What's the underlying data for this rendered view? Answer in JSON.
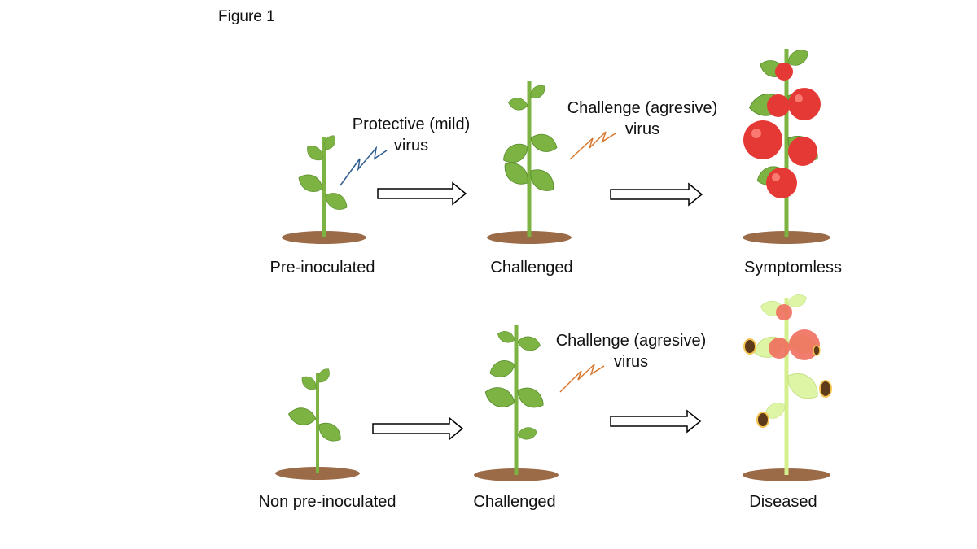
{
  "figure_title": "Figure 1",
  "colors": {
    "stem": "#7cb342",
    "leaf": "#7cb342",
    "leaf_dark": "#5a8f2e",
    "soil": "#9b6a47",
    "tomato": "#e53935",
    "tomato_highlight": "#ff8a80",
    "diseased_leaf": "#dff5a6",
    "diseased_stem": "#d4ef8c",
    "lesion": "#5d3a1a",
    "lesion_rim": "#f5c451",
    "mild_virus": "#2f5d8f",
    "aggressive_virus": "#d9762c",
    "arrow_stroke": "#000000"
  },
  "rows": [
    {
      "stages": [
        "Pre-inoculated",
        "Challenged",
        "Symptomless"
      ],
      "virus_labels": [
        {
          "line1": "Protective (mild)",
          "line2": "virus"
        },
        {
          "line1": "Challenge (agresive)",
          "line2": "virus"
        }
      ]
    },
    {
      "stages": [
        "Non pre-inoculated",
        "Challenged",
        "Diseased"
      ],
      "virus_labels": [
        {
          "line1": "Challenge (agresive)",
          "line2": "virus"
        }
      ]
    }
  ]
}
